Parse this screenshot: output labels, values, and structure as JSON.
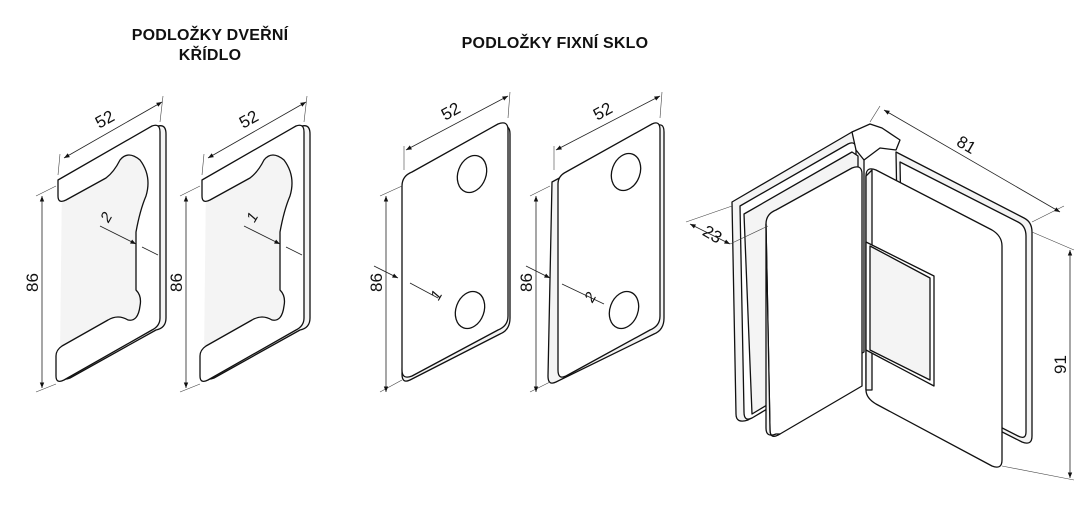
{
  "headings": {
    "door_leaf": "PODLOŽKY DVEŘNÍ\nKŘÍDLO",
    "fixed_glass": "PODLOŽKY FIXNÍ SKLO"
  },
  "dimensions": {
    "door_shim_1": {
      "width": "52",
      "height": "86",
      "thickness": "2"
    },
    "door_shim_2": {
      "width": "52",
      "height": "86",
      "thickness": "1"
    },
    "fixed_shim_1": {
      "width": "52",
      "height": "86",
      "thickness": "1"
    },
    "fixed_shim_2": {
      "width": "52",
      "height": "86",
      "thickness": "2"
    },
    "hinge": {
      "width": "81",
      "depth": "23",
      "height": "91"
    }
  }
}
